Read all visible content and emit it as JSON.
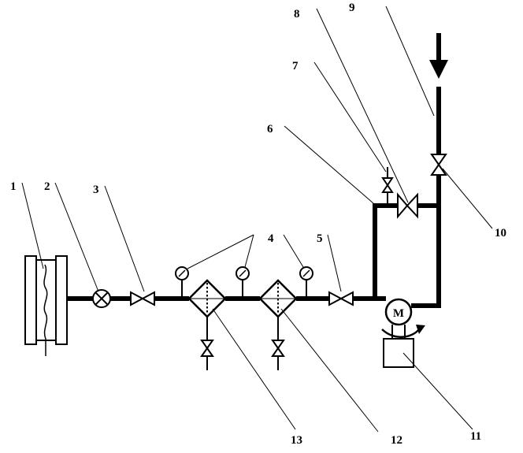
{
  "diagram": {
    "labels": {
      "l1": "1",
      "l2": "2",
      "l3": "3",
      "l4": "4",
      "l5": "5",
      "l6": "6",
      "l7": "7",
      "l8": "8",
      "l9": "9",
      "l10": "10",
      "l11": "11",
      "l12": "12",
      "l13": "13"
    },
    "motor_symbol": "M"
  }
}
